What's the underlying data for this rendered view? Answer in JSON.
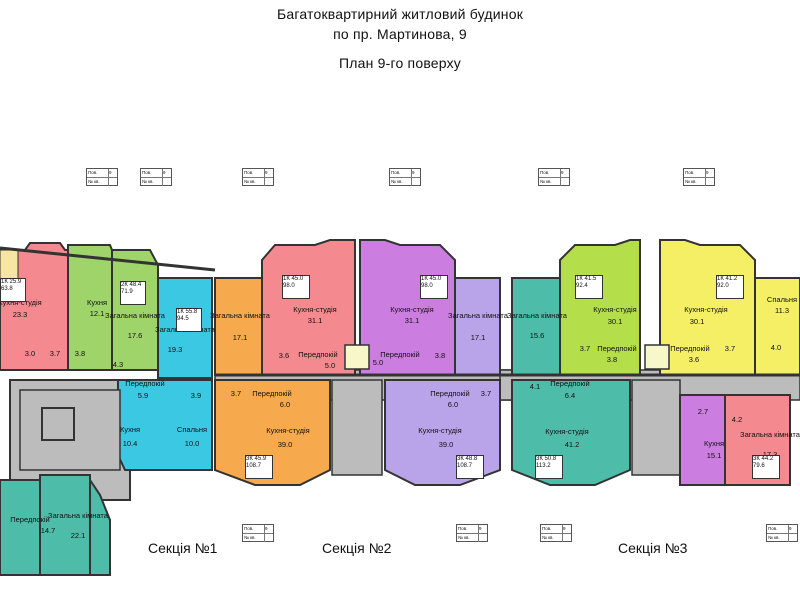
{
  "header": {
    "line1": "Багатоквартирний житловий будинок",
    "line2": "по пр. Мартинова, 9",
    "line3": "План 9-го поверху"
  },
  "sections": [
    "Секція №1",
    "Секція №2",
    "Секція №3"
  ],
  "apt_box": {
    "floor_label": "Пов.",
    "floor_value": "9",
    "apt_label": "№ кв."
  },
  "rooms": {
    "r1_kitchen": "Кухня-студія",
    "r1_area": "23.3",
    "r2_kitchen": "Кухня",
    "r2_area": "12.1",
    "r2_common": "Загальна кімната",
    "r2_common_area": "17.6",
    "r3_common": "Загальна кімната",
    "r3_common_area": "19.3",
    "r4_hall": "Передпокій",
    "r4_hall_area": "5.9",
    "r4_kitchen": "Кухня",
    "r4_kitchen_area": "10.4",
    "r4_bed": "Спальня",
    "r4_bed_area": "10.0",
    "r4_bath": "3.9",
    "r5_common": "Загальна кімната",
    "r5_common_area": "17.1",
    "r6_kitchen": "Кухня-студія",
    "r6_area": "31.1",
    "r6_hall": "Передпокій",
    "r6_hall_area": "5.0",
    "r7_kitchen": "Кухня-студія",
    "r7_area": "31.1",
    "r7_hall": "Передпокій",
    "r7_hall_area": "5.0",
    "r8_common": "Загальна кімната",
    "r8_common_area": "17.1",
    "r9_hall": "Передпокій",
    "r9_hall_area": "6.0",
    "r9_kitchen": "Кухня-студія",
    "r9_area": "39.0",
    "r10_hall": "Передпокій",
    "r10_hall_area": "6.0",
    "r10_kitchen": "Кухня-студія",
    "r10_area": "39.0",
    "r11_common": "Загальна кімната",
    "r11_common_area": "15.6",
    "r12_kitchen": "Кухня-студія",
    "r12_area": "30.1",
    "r12_hall": "Передпокій",
    "r12_hall_area": "3.8",
    "r13_kitchen": "Кухня-студія",
    "r13_area": "30.1",
    "r13_hall": "Передпокій",
    "r13_hall_area": "3.6",
    "r14_bed": "Спальня",
    "r14_bed_area": "11.3",
    "r15_hall": "Передпокій",
    "r15_hall_area": "6.4",
    "r15_kitchen": "Кухня-студія",
    "r15_area": "41.2",
    "r16_kitchen": "Кухня",
    "r16_area": "15.1",
    "r16_common": "Загальна кімната",
    "r16_common_area": "17.3",
    "r17_hall": "Передпокій",
    "r17_hall_area": "14.7",
    "r17_common": "Загальна кімната",
    "r17_common_area": "22.1",
    "small_3_0": "3.0",
    "small_3_7a": "3.7",
    "small_3_8a": "3.8",
    "small_4_3": "4.3",
    "small_3_7b": "3.7",
    "small_3_6": "3.6",
    "small_3_8b": "3.8",
    "small_3_7c": "3.7",
    "small_3_7d": "3.7",
    "small_3_7e": "3.7",
    "small_4_1": "4.1",
    "small_2_7": "2.7",
    "small_4_2": "4.2",
    "small_4_0": "4.0"
  },
  "tags": {
    "t1": {
      "k": "2К",
      "a": "48.4",
      "b": "71.9"
    },
    "t2": {
      "k": "1К",
      "a": "55.8",
      "b": "94.5"
    },
    "t3": {
      "k": "1К",
      "a": "45.0",
      "b": "98.0"
    },
    "t4": {
      "k": "1К",
      "a": "45.0",
      "b": "98.0"
    },
    "t5": {
      "k": "3К",
      "a": "45.9",
      "b": "108.7"
    },
    "t6": {
      "k": "3К",
      "a": "48.8",
      "b": "108.7"
    },
    "t7": {
      "k": "1К",
      "a": "41.5",
      "b": "92.4"
    },
    "t8": {
      "k": "1К",
      "a": "41.2",
      "b": "92.0"
    },
    "t9": {
      "k": "3К",
      "a": "50.8",
      "b": "113.2"
    },
    "t10": {
      "k": "3К",
      "a": "44.2",
      "b": "79.6"
    },
    "t11": {
      "k": "1К",
      "a": "25.9",
      "b": "63.8"
    }
  },
  "colors": {
    "pink": "#f48a8f",
    "green": "#9fd46a",
    "cyan": "#3bc8e3",
    "orange": "#f7a94d",
    "magenta": "#cc7de0",
    "lavender": "#b9a3e9",
    "teal": "#4dbdaa",
    "lime": "#b5de4b",
    "yellow": "#f4ef64",
    "gray": "#bcbcbc"
  }
}
